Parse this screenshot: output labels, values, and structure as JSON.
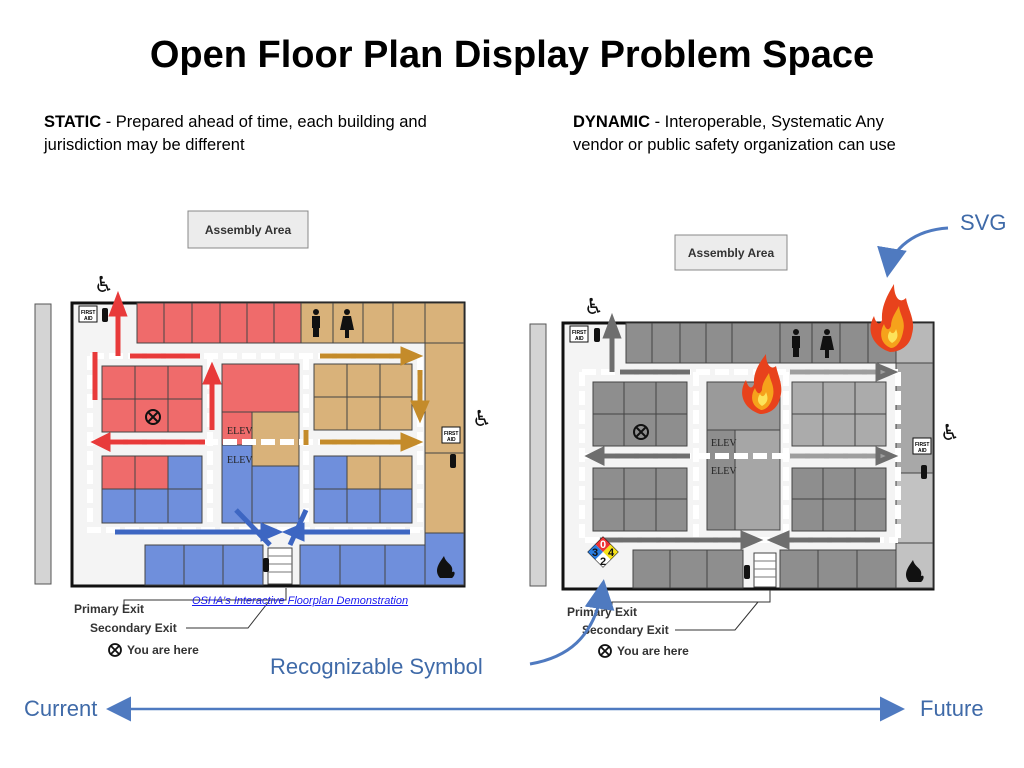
{
  "title": "Open Floor Plan Display Problem Space",
  "static": {
    "label": "STATIC",
    "text": " - Prepared ahead of time, each building and jurisdiction may be different"
  },
  "dynamic": {
    "label": "DYNAMIC",
    "text": " - Interoperable, Systematic Any vendor or public safety organization can use"
  },
  "plan": {
    "assembly_area": "Assembly Area",
    "elev": "ELEV",
    "primary_exit": "Primary Exit",
    "secondary_exit": "Secondary Exit",
    "you_are_here": "You are here",
    "first_aid": "FIRST AID"
  },
  "link_text": "OSHA's Interactive Floorplan Demonstration",
  "svg_label": "SVG",
  "symbol_label": "Recognizable Symbol",
  "axis": {
    "left": "Current",
    "right": "Future"
  },
  "nfpa": {
    "top": "0",
    "left": "3",
    "right": "4",
    "bottom": "2"
  },
  "colors": {
    "red": "#ef6b6b",
    "tan": "#d9b27a",
    "blue": "#6f8fdc",
    "grey": "#8e8e8e",
    "label_blue": "#3f6aa8"
  }
}
